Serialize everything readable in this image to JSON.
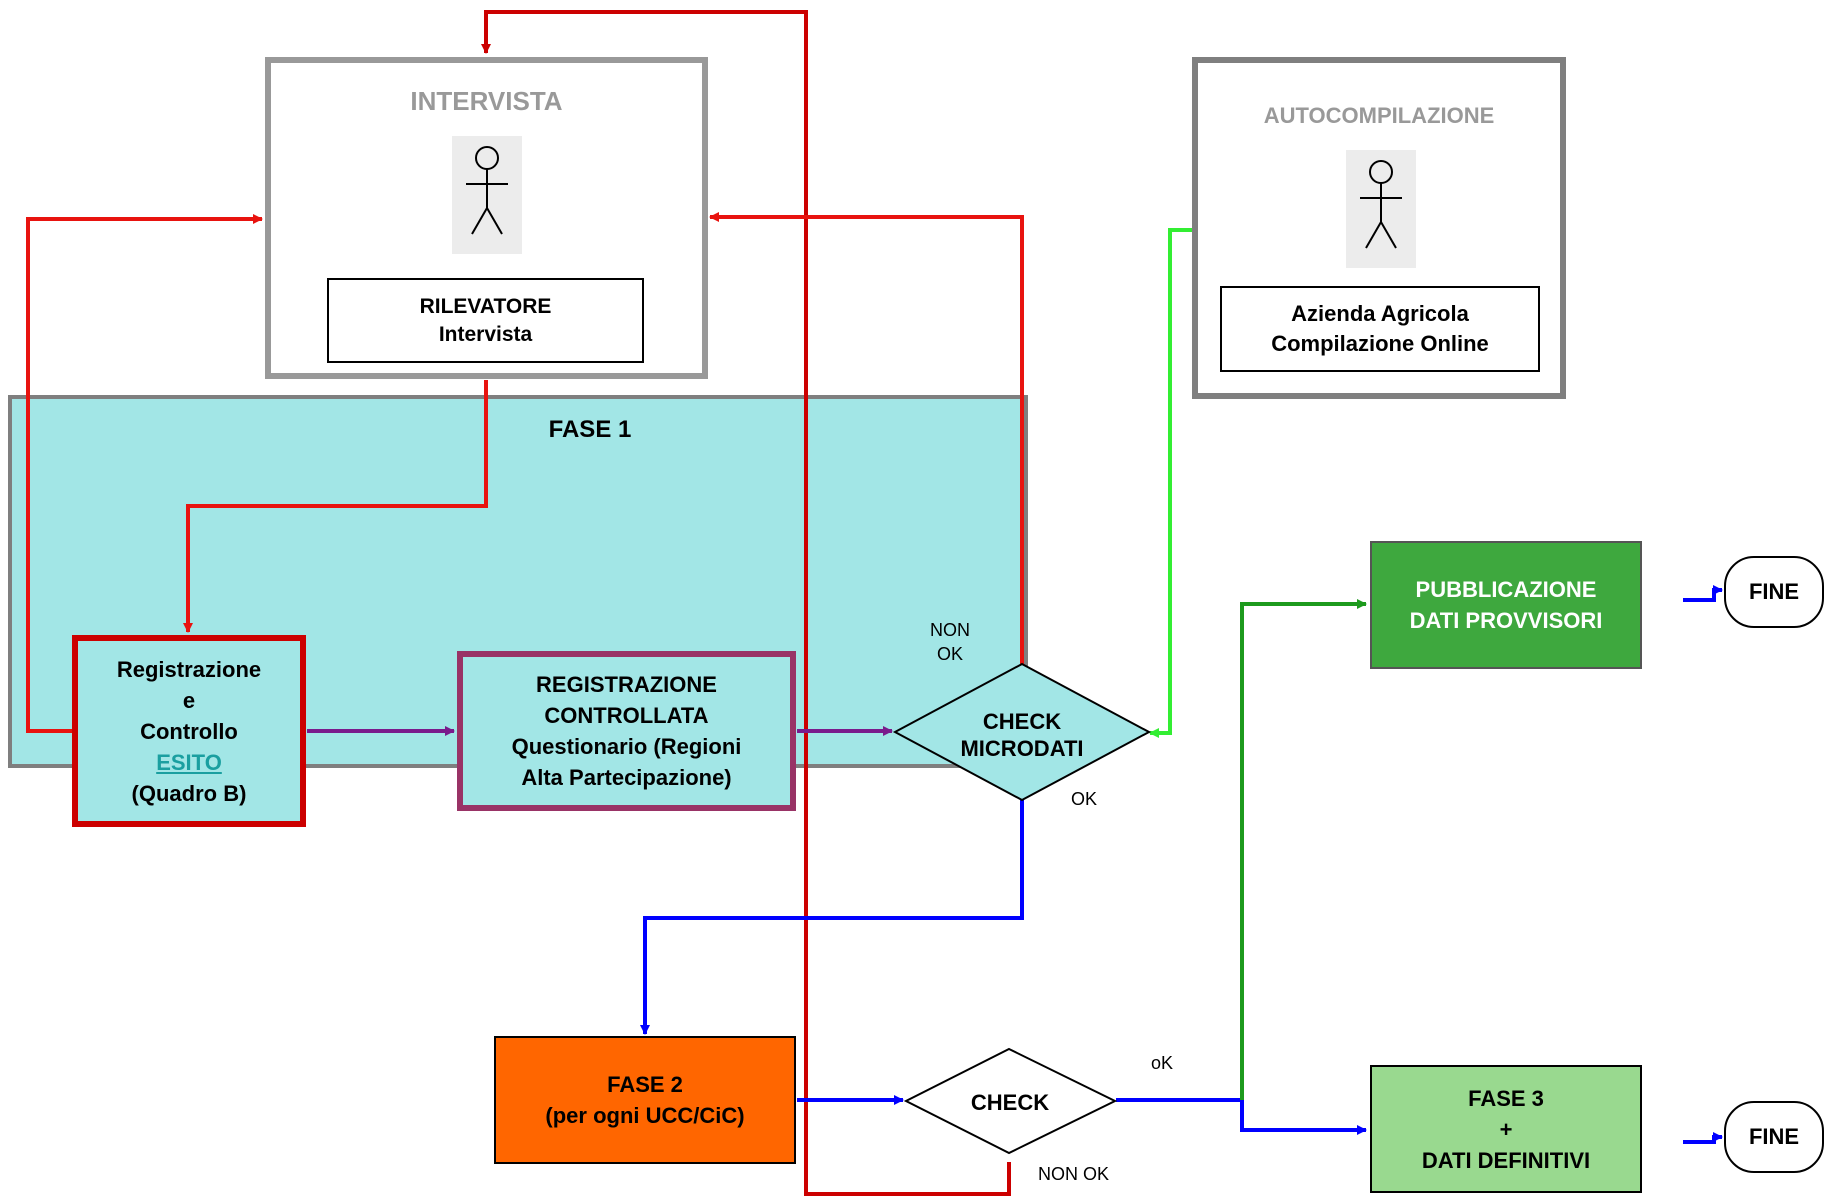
{
  "intervista": {
    "title": "INTERVISTA",
    "rilevatore_line1": "RILEVATORE",
    "rilevatore_line2": "Intervista"
  },
  "autocompilazione": {
    "title": "AUTOCOMPILAZIONE",
    "azienda_line1": "Azienda Agricola",
    "azienda_line2": "Compilazione Online"
  },
  "fase1": {
    "title": "FASE 1",
    "registrazione": {
      "line1": "Registrazione",
      "line2": "e",
      "line3": "Controllo",
      "link": "ESITO",
      "line5": "(Quadro B)"
    },
    "controllata": {
      "line1": "REGISTRAZIONE",
      "line2": "CONTROLLATA",
      "line3": "Questionario (Regioni",
      "line4": "Alta Partecipazione)"
    },
    "check_microdati": {
      "line1": "CHECK",
      "line2": "MICRODATI",
      "non_ok_1": "NON",
      "non_ok_2": "OK",
      "ok": "OK"
    }
  },
  "fase2": {
    "line1": "FASE 2",
    "line2": "(per ogni UCC/CiC)"
  },
  "check": {
    "label": "CHECK",
    "ok": "oK",
    "non_ok": "NON OK"
  },
  "pubblicazione": {
    "line1": "PUBBLICAZIONE",
    "line2": "DATI PROVVISORI"
  },
  "fase3": {
    "line1": "FASE 3",
    "line2": "+",
    "line3": "DATI DEFINITIVI"
  },
  "fine_top": "FINE",
  "fine_bottom": "FINE",
  "colors": {
    "red": "#e8130f",
    "dark_red": "#cc0000",
    "blue": "#0000ff",
    "purple": "#7a1b8c",
    "green": "#1d9a1d",
    "lime": "#33ee33",
    "fase1_bg": "#a2e6e6",
    "orange": "#ff6600",
    "green_dark_box": "#3ea83e",
    "green_light_box": "#99d98f"
  }
}
